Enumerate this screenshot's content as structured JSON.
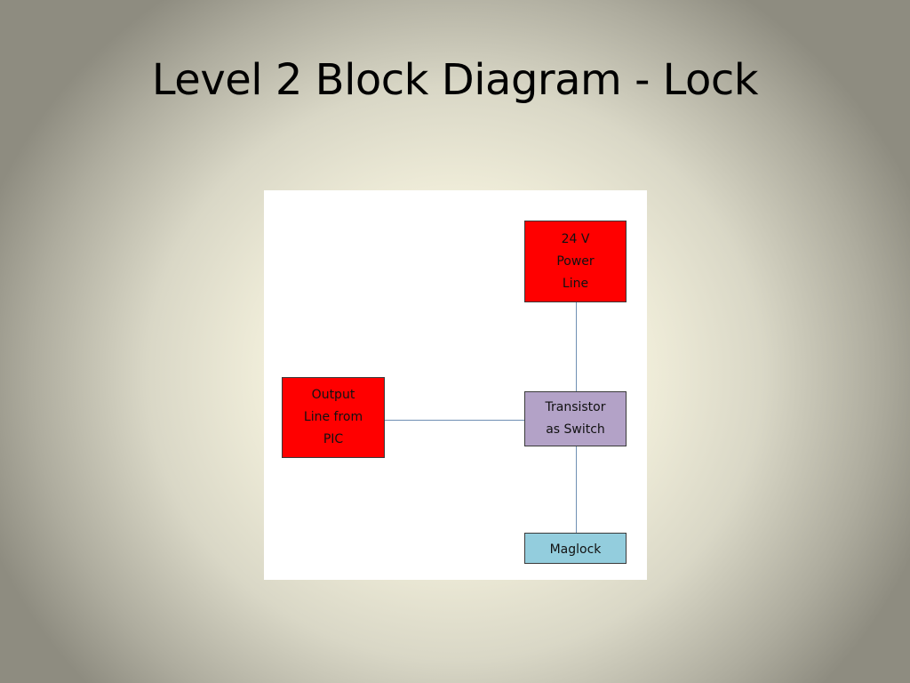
{
  "slide": {
    "title": "Level 2 Block Diagram - Lock"
  },
  "diagram": {
    "blocks": {
      "power": {
        "label": "24 V\nPower\nLine",
        "color": "#ff0000"
      },
      "pic": {
        "label": "Output\nLine from\nPIC",
        "color": "#ff0000"
      },
      "transistor": {
        "label": "Transistor\nas Switch",
        "color": "#b3a2c7"
      },
      "maglock": {
        "label": "Maglock",
        "color": "#93cddd"
      }
    },
    "connections": [
      {
        "from": "power",
        "to": "transistor"
      },
      {
        "from": "pic",
        "to": "transistor"
      },
      {
        "from": "transistor",
        "to": "maglock"
      }
    ]
  }
}
